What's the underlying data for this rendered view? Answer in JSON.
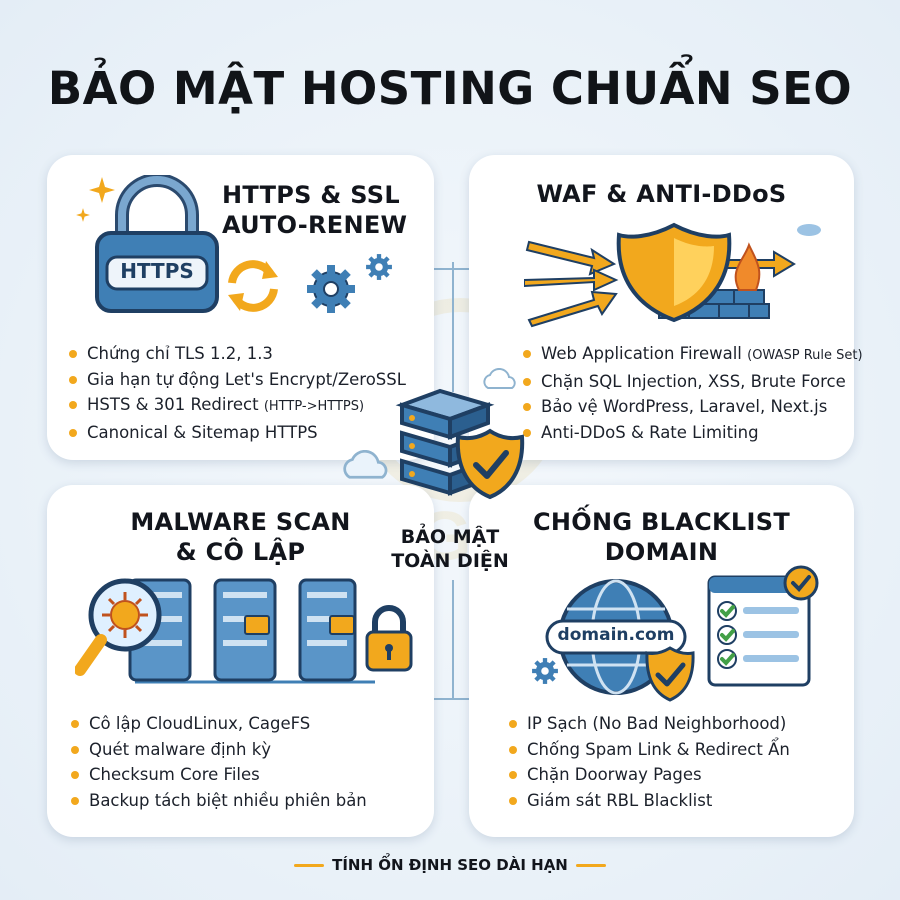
{
  "title": "BẢO MẬT HOSTING CHUẨN SEO",
  "cards": {
    "https": {
      "title_line1": "HTTPS & SSL",
      "title_line2": "AUTO-RENEW",
      "badge": "HTTPS",
      "bullets": [
        {
          "text": "Chứng chỉ TLS 1.2, 1.3",
          "small": ""
        },
        {
          "text": "Gia hạn tự động Let's Encrypt/ZeroSSL",
          "small": ""
        },
        {
          "text": "HSTS & 301 Redirect ",
          "small": "(HTTP->HTTPS)"
        },
        {
          "text": "Canonical & Sitemap HTTPS",
          "small": ""
        }
      ]
    },
    "waf": {
      "title": "WAF & ANTI-DDoS",
      "bullets": [
        {
          "text": "Web Application Firewall ",
          "small": "(OWASP Rule Set)"
        },
        {
          "text": "Chặn SQL Injection, XSS, Brute Force",
          "small": ""
        },
        {
          "text": "Bảo vệ WordPress, Laravel, Next.js",
          "small": ""
        },
        {
          "text": "Anti-DDoS & Rate Limiting",
          "small": ""
        }
      ]
    },
    "malware": {
      "title_line1": "MALWARE SCAN",
      "title_line2": "& CÔ LẬP",
      "bullets": [
        {
          "text": "Cô lập CloudLinux, CageFS",
          "small": ""
        },
        {
          "text": "Quét malware định kỳ",
          "small": ""
        },
        {
          "text": "Checksum Core Files",
          "small": ""
        },
        {
          "text": "Backup tách biệt nhiều phiên bản",
          "small": ""
        }
      ]
    },
    "blacklist": {
      "title_line1": "CHỐNG BLACKLIST",
      "title_line2": "DOMAIN",
      "domain_label": "domain.com",
      "bullets": [
        {
          "text": "IP Sạch (No Bad Neighborhood)",
          "small": ""
        },
        {
          "text": "Chống Spam Link & Redirect Ẩn",
          "small": ""
        },
        {
          "text": "Chặn Doorway Pages",
          "small": ""
        },
        {
          "text": "Giám sát RBL Blacklist",
          "small": ""
        }
      ]
    }
  },
  "center": {
    "line1": "BẢO MẬT",
    "line2": "TOÀN DIỆN"
  },
  "footer": "TÍNH ỔN ĐỊNH SEO DÀI HẠN",
  "colors": {
    "accent_orange": "#f2a81d",
    "blue": "#3f7fb5",
    "dark_blue": "#1f3f63",
    "check_green": "#43a047"
  }
}
